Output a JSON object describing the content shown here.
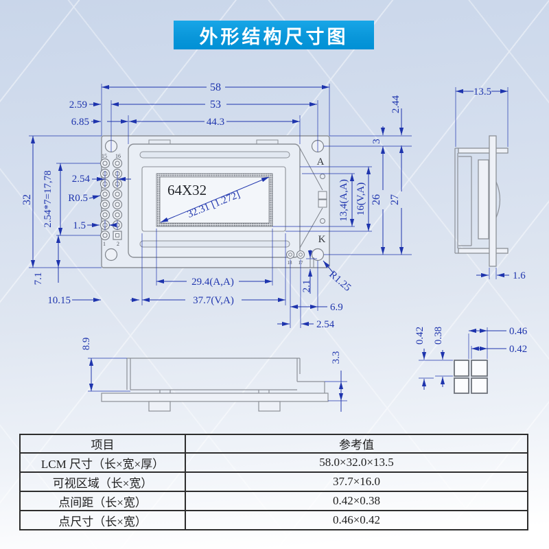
{
  "title": "外形结构尺寸图",
  "front": {
    "display_label": "64X32",
    "diagonal_dim": "32.31 [1.272]",
    "anode": "A",
    "cathode": "K",
    "pins": {
      "p15": "15",
      "p16": "16",
      "p1": "1",
      "p2": "2",
      "p18": "18",
      "p17": "17"
    },
    "dims": {
      "total_width": "58",
      "hole_span": "53",
      "frame_width": "44.3",
      "edge_to_hole": "2.59",
      "edge_to_frame": "6.85",
      "total_height": "32",
      "pin_span": "2.54*7=17,78",
      "col_pitch": "2.54",
      "pad_r": "R0.5",
      "hole_d": "1.5",
      "pin_bottom": "7.1",
      "edge_to_view": "10.15",
      "active_w": "29.4(A,A)",
      "view_w": "37.7(V,A)",
      "tab_h": "2.1",
      "pin_hole": "6.9",
      "pin_pitch": "2.54",
      "corner_r": "R1.25",
      "hole_off": "3",
      "top_off": "2.44",
      "hole_vspan": "26",
      "hole_height": "27",
      "active_h": "13,4(A,A)",
      "view_h": "16(V,A)"
    }
  },
  "side": {
    "dims": {
      "thickness": "13.5",
      "pcb_t": "1.6"
    }
  },
  "bottom": {
    "dims": {
      "body_h": "8.9",
      "conn_h": "3.3"
    }
  },
  "dot": {
    "dims": {
      "pitch_v": "0.42",
      "dot_v": "0.38",
      "pitch_h": "0.46",
      "dot_h": "0.42"
    }
  },
  "spec_table": {
    "headers": [
      "项目",
      "参考值"
    ],
    "rows": [
      [
        "LCM 尺寸（长×宽×厚）",
        "58.0×32.0×13.5"
      ],
      [
        "可视区域（长×宽）",
        "37.7×16.0"
      ],
      [
        "点间距（长×宽）",
        "0.42×0.38"
      ],
      [
        "点尺寸（长×宽）",
        "0.46×0.42"
      ]
    ]
  }
}
